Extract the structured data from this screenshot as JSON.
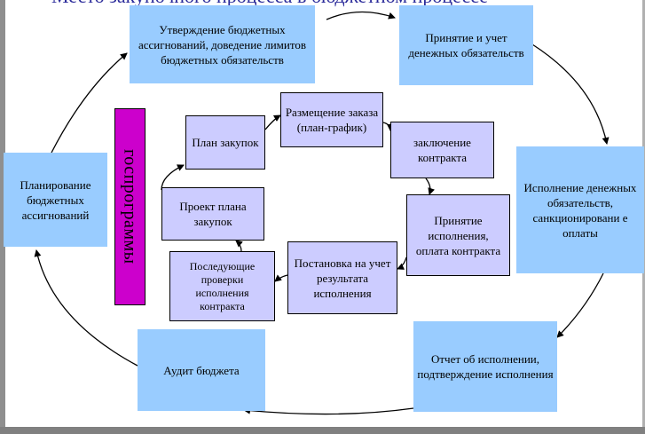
{
  "title": "Место закупочного процесса в бюджетном процессе",
  "outer_boxes": {
    "approval": "Утверждение бюджетных ассигнований, доведение лимитов бюджетных обязательств",
    "acceptance": "Принятие и учет денежных обязательств",
    "execution": "Исполнение денежных обязательств, санкционировани е оплаты",
    "report": "Отчет об исполнении, подтверждение исполнения",
    "audit": "Аудит бюджета",
    "planning": "Планирование бюджетных ассигнований"
  },
  "inner_boxes": {
    "purchase_plan": "План закупок",
    "placement": "Размещение заказа (план-график)",
    "contract": "заключение контракта",
    "acceptance_payment": "Принятие исполнения, оплата контракта",
    "registration": "Постановка на учет результата исполнения",
    "inspections": "Последующие проверки исполнения контракта",
    "draft_plan": "Проект плана закупок"
  },
  "gosprogram": "госпрограммы",
  "colors": {
    "outer": "#99ccff",
    "inner": "#ccccff",
    "gosprogram": "#cc00cc",
    "title": "#2a2a9a"
  }
}
